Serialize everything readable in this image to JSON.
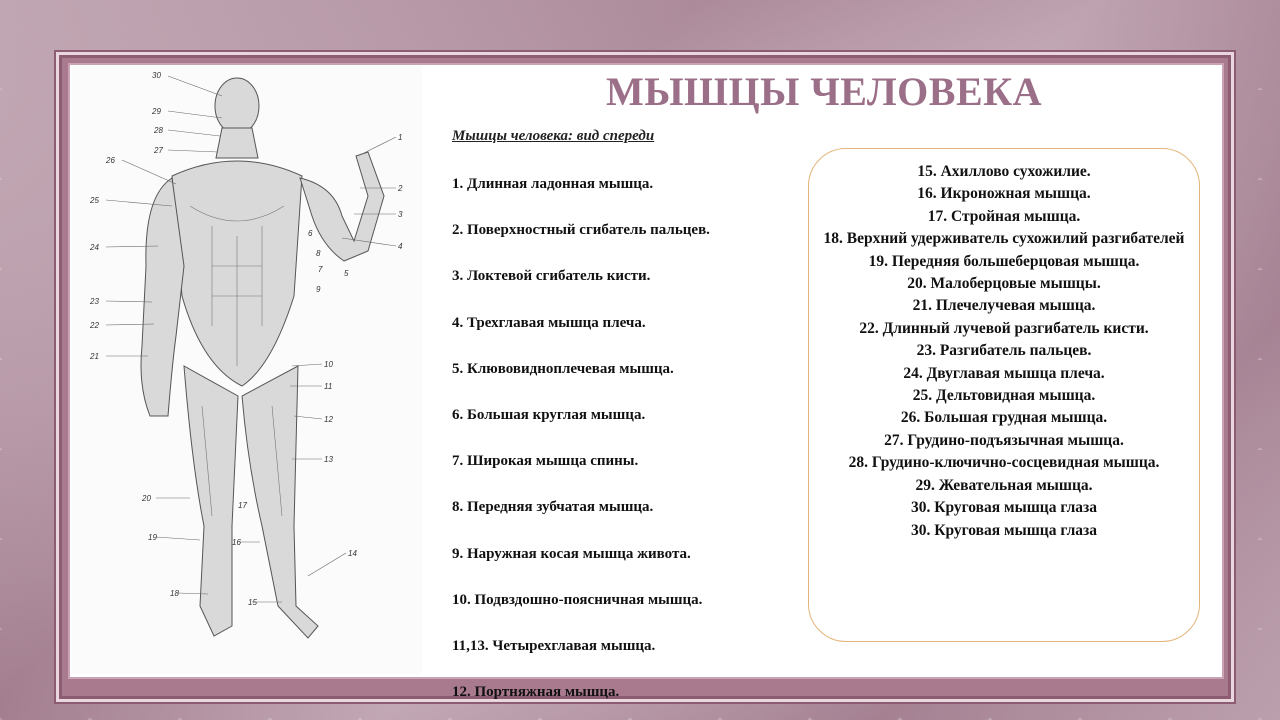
{
  "title": "МЫШЦЫ ЧЕЛОВЕКА",
  "subtitle": "Мышцы человека: вид спереди",
  "left_items": [
    "1. Длинная ладонная мышца.",
    "2. Поверхностный сгибатель пальцев.",
    "3. Локтевой сгибатель кисти.",
    "4. Трехглавая мышца плеча.",
    "5. Клювовидноплечевая мышца.",
    "6. Большая круглая мышца.",
    "7. Широкая мышца спины.",
    "8. Передняя зубчатая мышца.",
    "9. Наружная косая мышца живота.",
    "10. Подвздошно-поясничная мышца.",
    "11,13. Четырехглавая мышца.",
    "12. Портняжная мышца."
  ],
  "right_items": [
    "15. Ахиллово сухожилие.",
    "16. Икроножная мышца.",
    "17. Стройная мышца.",
    "18. Верхний удерживатель сухожилий разгибателей",
    "19. Передняя большеберцовая мышца.",
    "20. Малоберцовые мышцы.",
    "21. Плечелучевая мышца.",
    "22. Длинный лучевой разгибатель кисти.",
    "23. Разгибатель пальцев.",
    "24. Двуглавая мышца плеча.",
    "25. Дельтовидная мышца.",
    "26. Большая грудная мышца.",
    "27. Грудино-подъязычная мышца.",
    "28. Грудино-ключично-сосцевидная мышца.",
    "29. Жевательная мышца.",
    "30. Круговая мышца глаза",
    "30. Круговая мышца глаза"
  ],
  "figure_labels": [
    "30",
    "29",
    "28",
    "27",
    "26",
    "25",
    "24",
    "23",
    "22",
    "21",
    "20",
    "19",
    "18",
    "1",
    "2",
    "3",
    "4",
    "5",
    "6",
    "7",
    "8",
    "9",
    "10",
    "11",
    "12",
    "13",
    "14",
    "15",
    "16",
    "17"
  ],
  "colors": {
    "title": "#9c6f88",
    "frame": "#a9798d",
    "box_border": "#e3b57a"
  }
}
